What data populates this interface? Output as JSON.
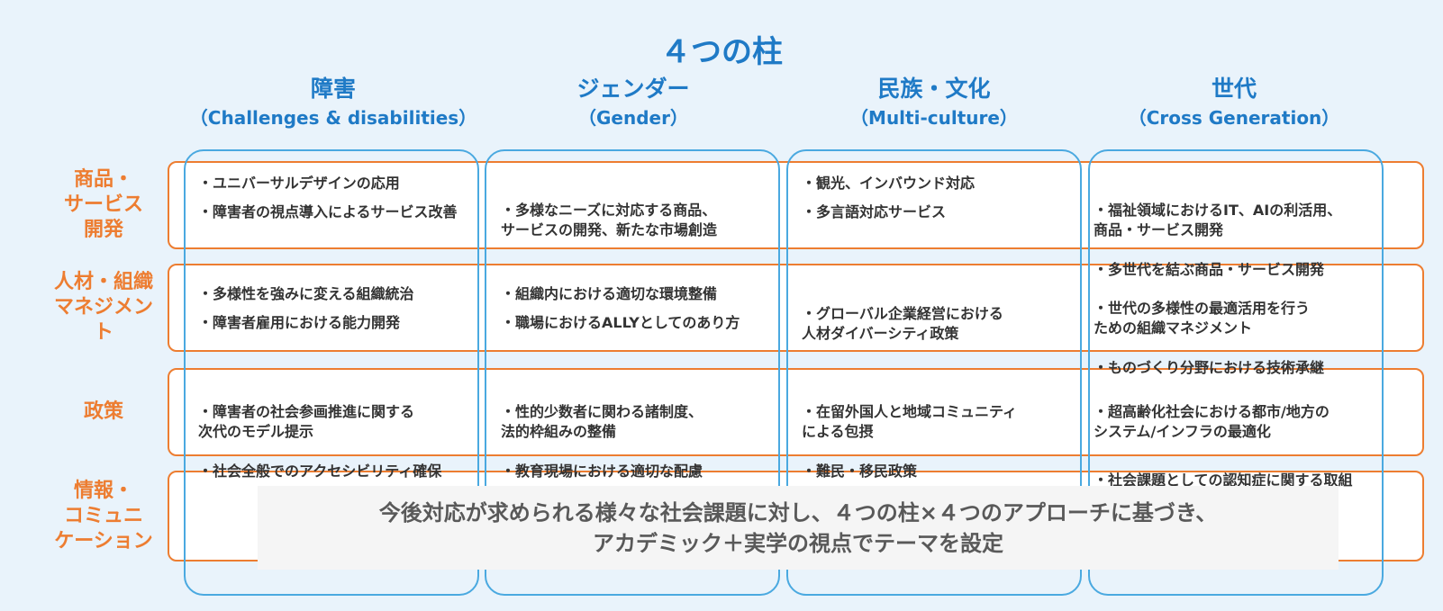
{
  "title": "４つの柱",
  "pillars": [
    {
      "jp": "障害",
      "en": "（Challenges & disabilities）"
    },
    {
      "jp": "ジェンダー",
      "en": "（Gender）"
    },
    {
      "jp": "民族・文化",
      "en": "（Multi-culture）"
    },
    {
      "jp": "世代",
      "en": "（Cross Generation）"
    }
  ],
  "rows": [
    {
      "label": "商品・\nサービス\n開発",
      "cells": [
        [
          "ユニバーサルデザインの応用",
          "障害者の視点導入によるサービス改善"
        ],
        [
          "多様なニーズに対応する商品、\nサービスの開発、新たな市場創造"
        ],
        [
          "観光、インバウンド対応",
          "多言語対応サービス"
        ],
        [
          "福祉領域におけるIT、AIの利活用、\n商品・サービス開発",
          "多世代を結ぶ商品・サービス開発"
        ]
      ]
    },
    {
      "label": "人材・組織\nマネジメント",
      "cells": [
        [
          "多様性を強みに変える組織統治",
          "障害者雇用における能力開発"
        ],
        [
          "組織内における適切な環境整備",
          "職場におけるALLYとしてのあり方"
        ],
        [
          "グローバル企業経営における\n人材ダイバーシティ政策"
        ],
        [
          "世代の多様性の最適活用を行う\nための組織マネジメント",
          "ものづくり分野における技術承継"
        ]
      ]
    },
    {
      "label": "政策",
      "cells": [
        [
          "障害者の社会参画推進に関する\n次代のモデル提示",
          "社会全般でのアクセシビリティ確保"
        ],
        [
          "性的少数者に関わる諸制度、\n法的枠組みの整備",
          "教育現場における適切な配慮"
        ],
        [
          "在留外国人と地域コミュニティ\nによる包摂",
          "難民・移民政策"
        ],
        [
          "超高齢化社会における都市/地方の\nシステム/インフラの最適化",
          "社会課題としての認知症に関する取組"
        ]
      ]
    },
    {
      "label": "情報・\nコミュニ\nケーション",
      "banner": [
        "今後対応が求められる様々な社会課題に対し、４つの柱×４つのアプローチに基づき、",
        "アカデミック＋実学の視点でテーマを設定"
      ]
    }
  ],
  "colors": {
    "pillar_blue": "#1f7ac6",
    "frame_blue": "#4aa9e0",
    "row_orange": "#ed7d31",
    "background": "#e9f3fb"
  }
}
